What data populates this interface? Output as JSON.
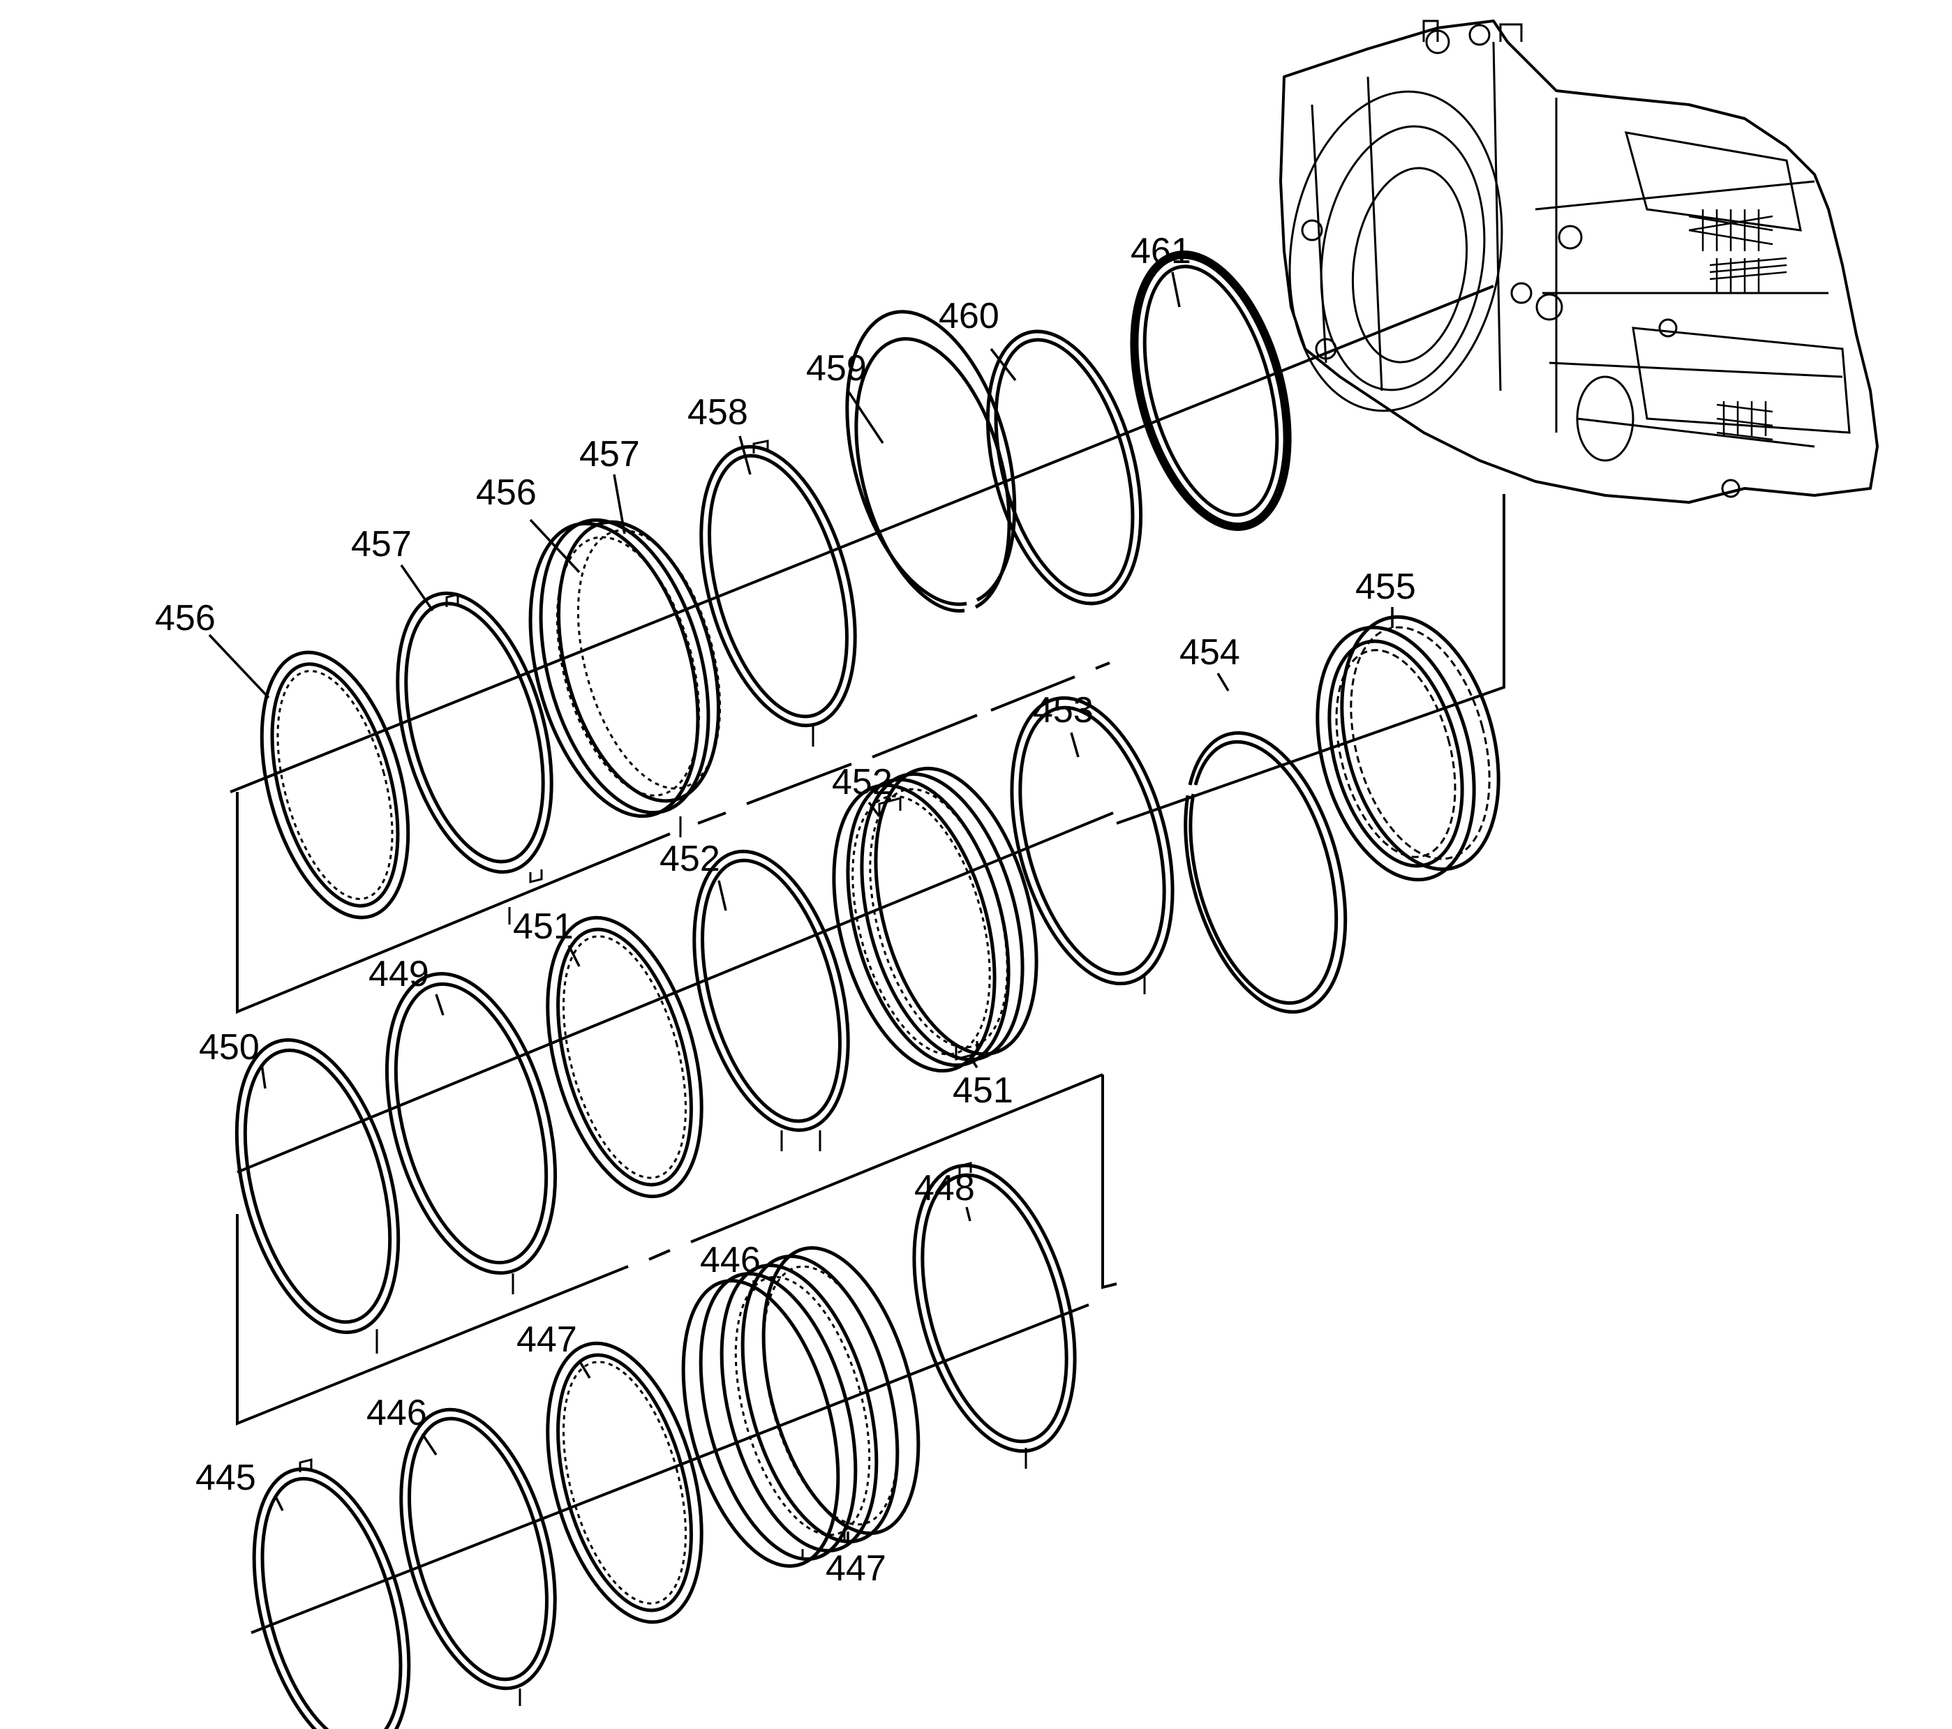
{
  "callouts": [
    {
      "id": "c456a",
      "label": "456"
    },
    {
      "id": "c457a",
      "label": "457"
    },
    {
      "id": "c456b",
      "label": "456"
    },
    {
      "id": "c457b",
      "label": "457"
    },
    {
      "id": "c458",
      "label": "458"
    },
    {
      "id": "c459",
      "label": "459"
    },
    {
      "id": "c460",
      "label": "460"
    },
    {
      "id": "c461",
      "label": "461"
    },
    {
      "id": "c455",
      "label": "455"
    },
    {
      "id": "c454",
      "label": "454"
    },
    {
      "id": "c453",
      "label": "453"
    },
    {
      "id": "c452a",
      "label": "452"
    },
    {
      "id": "c452b",
      "label": "452"
    },
    {
      "id": "c451a",
      "label": "451"
    },
    {
      "id": "c451b",
      "label": "451"
    },
    {
      "id": "c449",
      "label": "449"
    },
    {
      "id": "c450",
      "label": "450"
    },
    {
      "id": "c448",
      "label": "448"
    },
    {
      "id": "c446a",
      "label": "446"
    },
    {
      "id": "c446b",
      "label": "446"
    },
    {
      "id": "c447a",
      "label": "447"
    },
    {
      "id": "c447b",
      "label": "447"
    },
    {
      "id": "c445",
      "label": "445"
    }
  ]
}
